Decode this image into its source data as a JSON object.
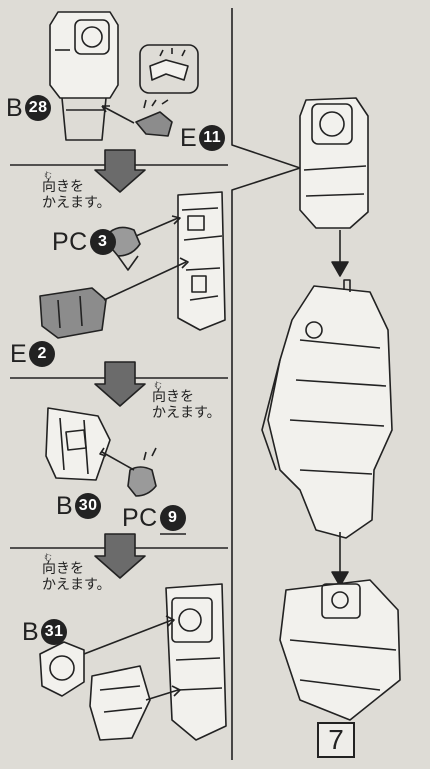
{
  "turn_note": {
    "line1": "向きを",
    "line2": "かえます。",
    "ruby": "む"
  },
  "labels": {
    "b28": {
      "prefix": "B",
      "num": "28"
    },
    "e11": {
      "prefix": "E",
      "num": "11"
    },
    "pc3": {
      "prefix": "PC",
      "num": "3"
    },
    "e2": {
      "prefix": "E",
      "num": "2"
    },
    "b30": {
      "prefix": "B",
      "num": "30"
    },
    "pc9": {
      "prefix": "PC",
      "num": "9"
    },
    "b31": {
      "prefix": "B",
      "num": "31"
    }
  },
  "step_number": "7",
  "colors": {
    "background": "#dedcd6",
    "line": "#222222",
    "part_gray": "#8c8c8c"
  }
}
